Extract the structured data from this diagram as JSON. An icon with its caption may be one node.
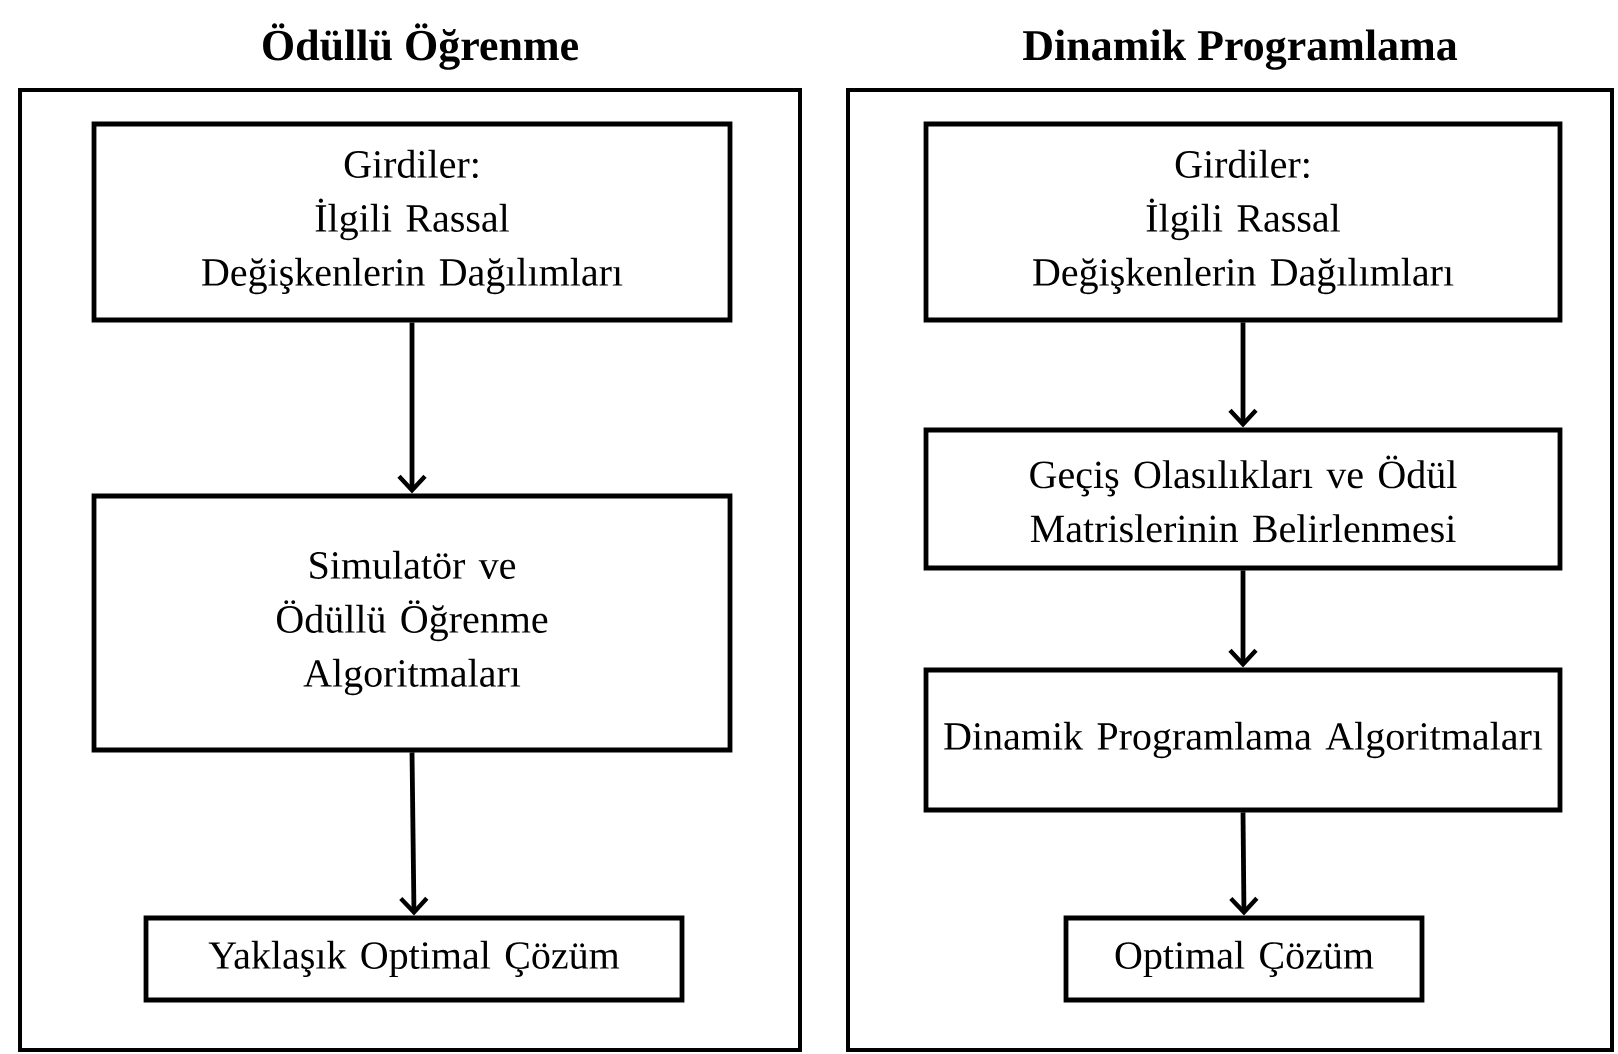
{
  "diagram": {
    "nodes": [
      {
        "text": [
          "Ödüllü Öğrenme"
        ]
      },
      {
        "text": [
          "Girdiler:",
          "İlgili Rassal Değişkenlerin Dağılımları"
        ],
        "in": 0
      },
      {
        "text": [
          "Simulatör ve Ödüllü Öğrenme Algoritmaları"
        ],
        "in": 0
      },
      {
        "text": [
          "Yaklaşık Optimal Çözüm"
        ],
        "in": 0
      },
      {
        "text": [
          "Dinamik Programlama"
        ]
      },
      {
        "text": [
          "Girdiler:",
          "İlgili Rassal Değişkenlerin Dağılımları"
        ],
        "in": 4
      },
      {
        "text": [
          "Geçiş Olasılıkları ve Ödül Matrislerinin Belirlenmesi"
        ],
        "in": 4
      },
      {
        "text": [
          "Dinamik Programlama Algoritmaları"
        ],
        "in": 4
      },
      {
        "text": [
          "Optimal Çözüm"
        ],
        "in": 4
      }
    ],
    "edges": [
      {
        "from": 1,
        "to": 2,
        "arrow": "to"
      },
      {
        "from": 2,
        "to": 3,
        "arrow": "to"
      },
      {
        "from": 5,
        "to": 6,
        "arrow": "to"
      },
      {
        "from": 6,
        "to": 7,
        "arrow": "to"
      },
      {
        "from": 7,
        "to": 8,
        "arrow": "to"
      }
    ]
  }
}
